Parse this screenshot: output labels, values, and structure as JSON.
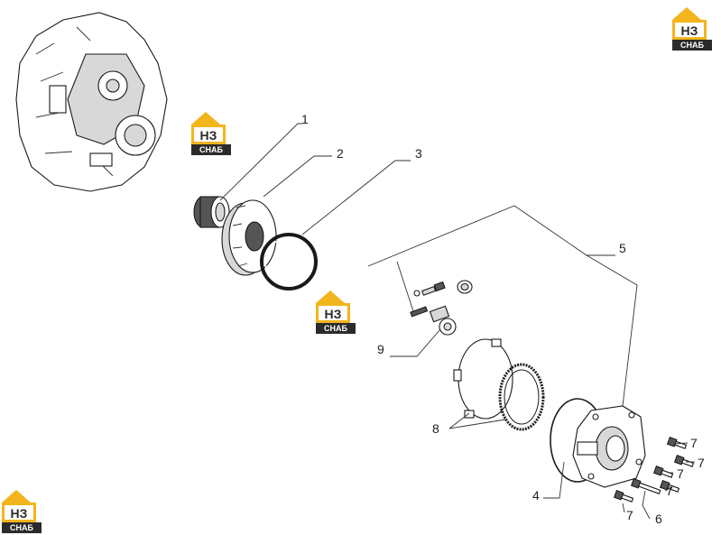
{
  "logo": {
    "text_main": "НЗ",
    "text_sub": "СНАБ",
    "colors": {
      "accent": "#f2b51d",
      "dark": "#2b2b2b",
      "light": "#ffffff"
    }
  },
  "callouts": [
    {
      "id": "1",
      "label": "1"
    },
    {
      "id": "2",
      "label": "2"
    },
    {
      "id": "3",
      "label": "3"
    },
    {
      "id": "4",
      "label": "4"
    },
    {
      "id": "5",
      "label": "5"
    },
    {
      "id": "6",
      "label": "6"
    },
    {
      "id": "7a",
      "label": "7"
    },
    {
      "id": "7b",
      "label": "7"
    },
    {
      "id": "7c",
      "label": "7"
    },
    {
      "id": "7d",
      "label": "7"
    },
    {
      "id": "7e",
      "label": "7"
    },
    {
      "id": "8",
      "label": "8"
    },
    {
      "id": "9",
      "label": "9"
    }
  ]
}
